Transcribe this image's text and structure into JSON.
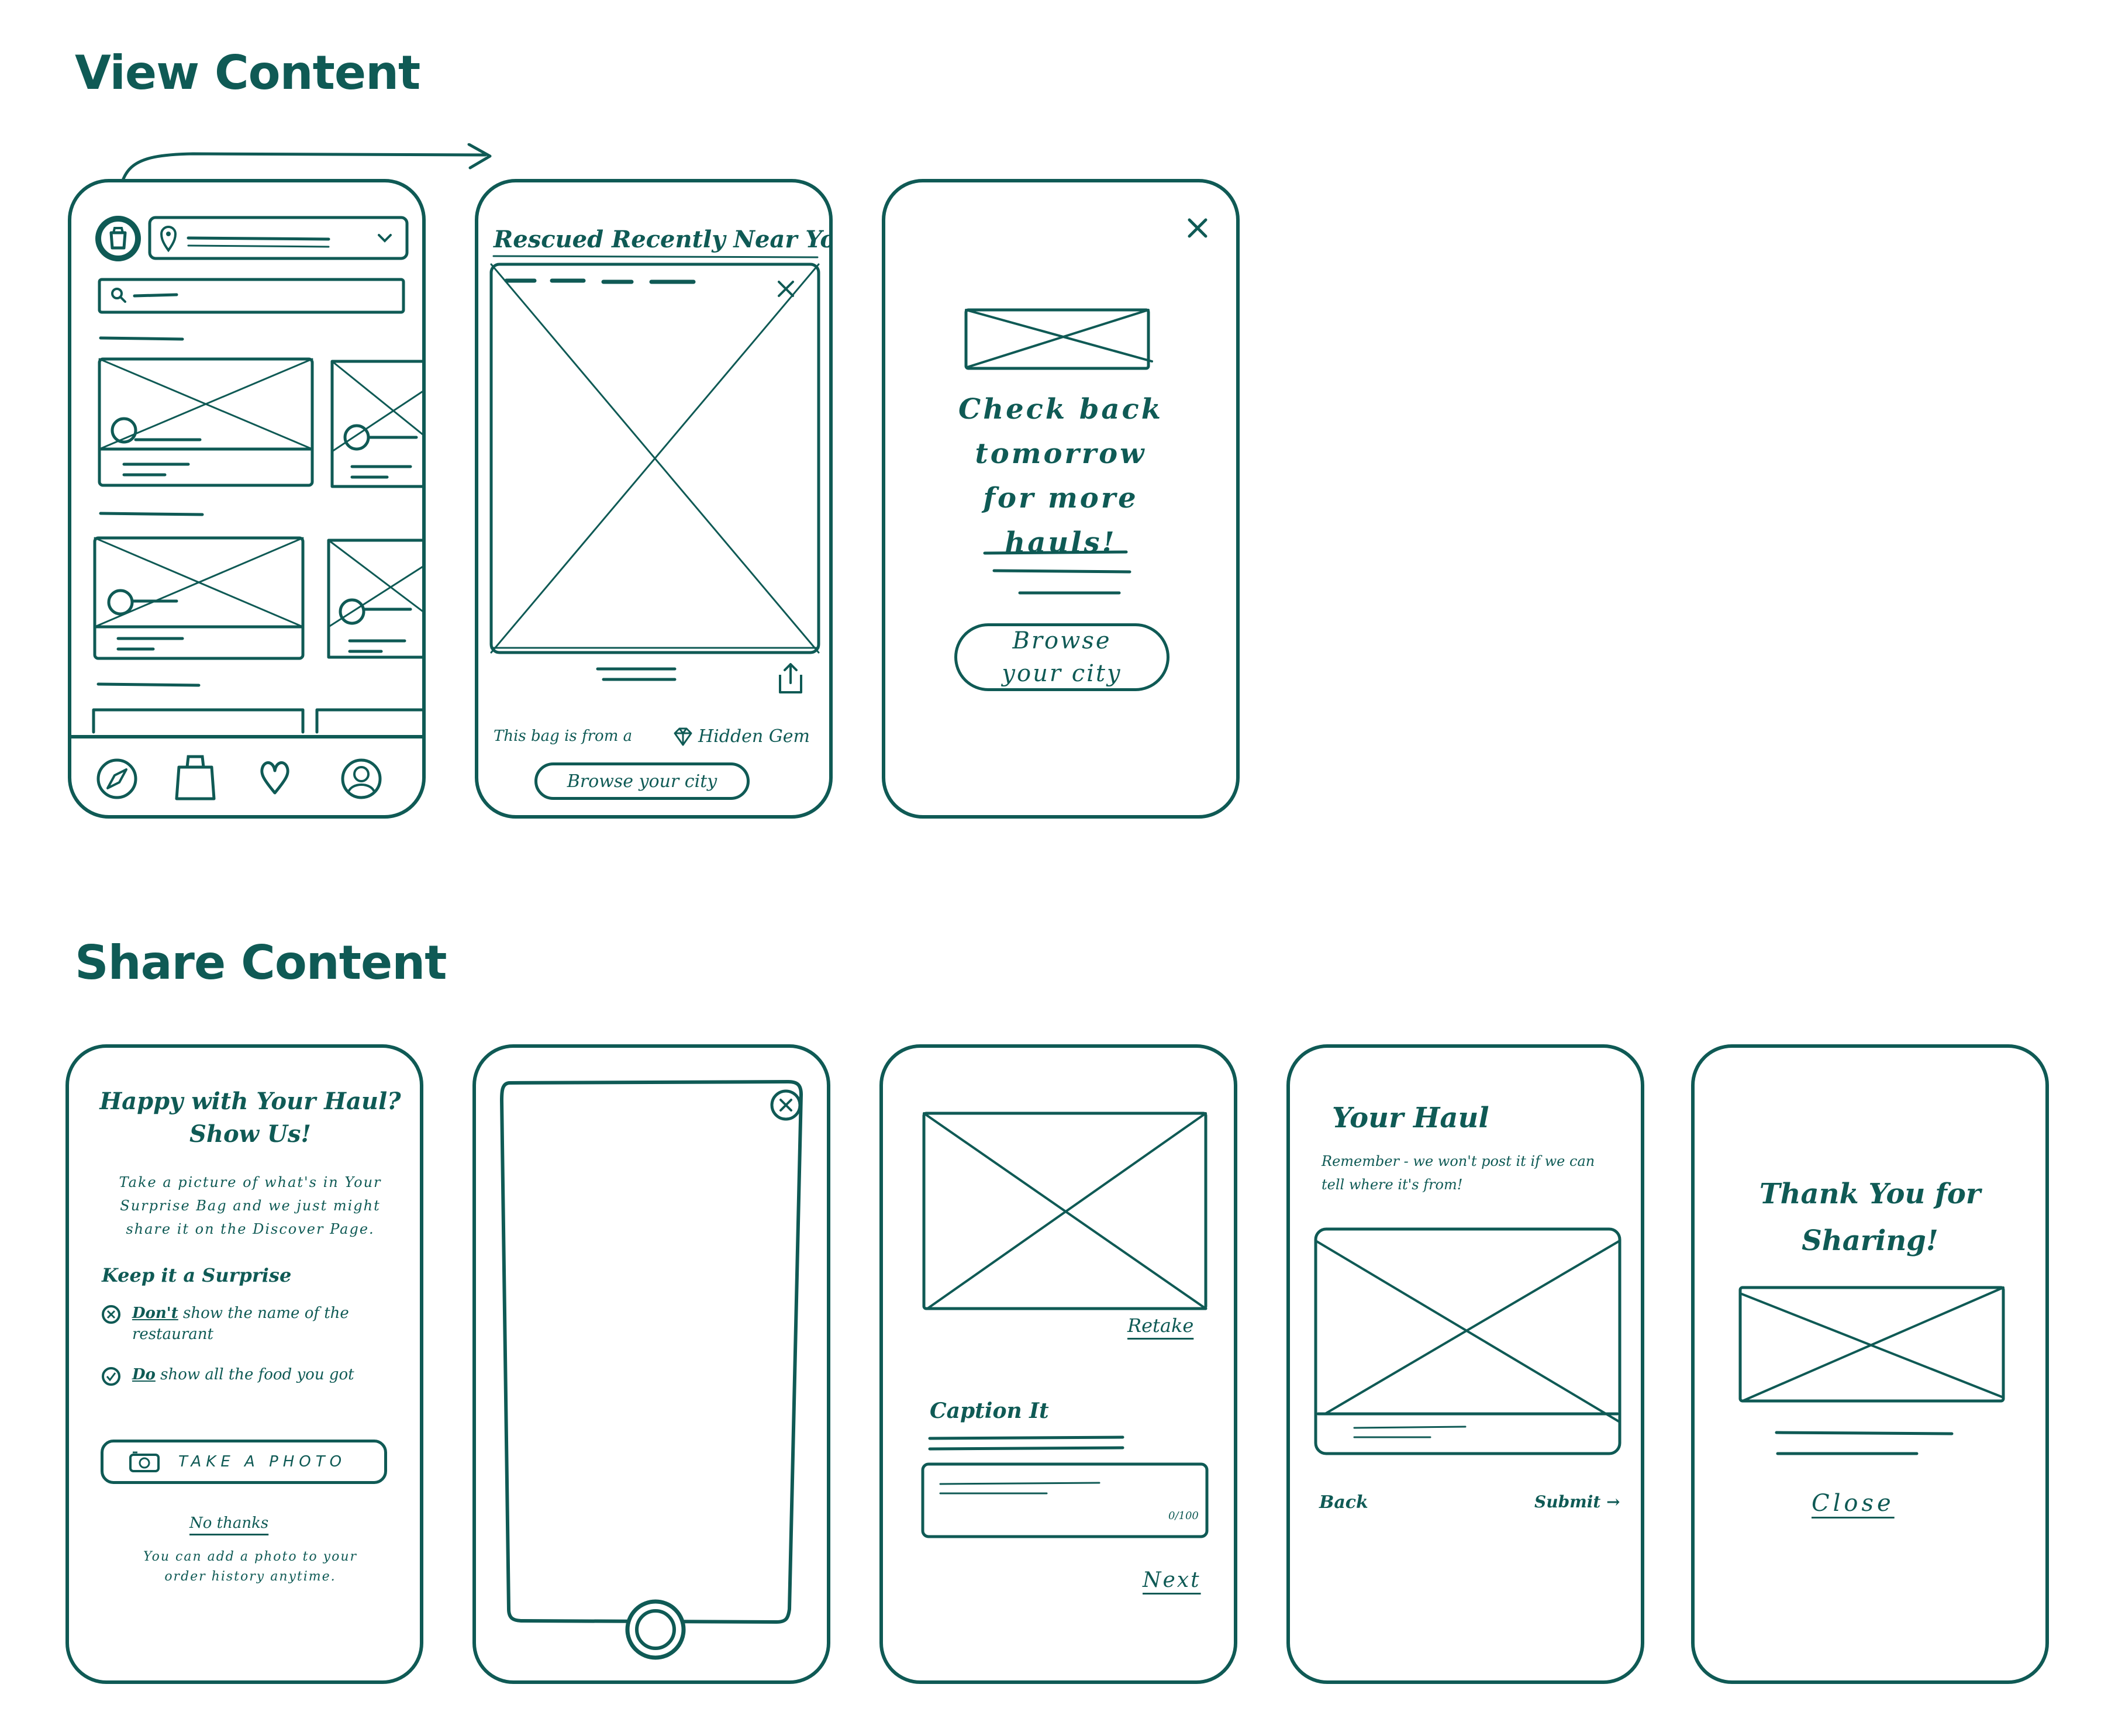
{
  "sections": {
    "view_title": "View Content",
    "share_title": "Share Content"
  },
  "view": {
    "discover": {
      "nav_icons": [
        "compass-icon",
        "bag-icon",
        "heart-icon",
        "profile-icon"
      ]
    },
    "rescued": {
      "title": "Rescued Recently Near You",
      "from_text": "This bag is from a",
      "gem_label": "Hidden Gem",
      "browse_label": "Browse your city"
    },
    "empty": {
      "message": "Check back tomorrow for more hauls!",
      "browse_label": "Browse your city"
    }
  },
  "share": {
    "intro": {
      "title": "Happy with Your Haul? Show Us!",
      "body": "Take a picture of what's in Your Surprise Bag and we just might share it on the Discover Page.",
      "keep_heading": "Keep it a Surprise",
      "dont_emph": "Don't",
      "dont_rest": " show the name of the restaurant",
      "do_emph": "Do",
      "do_rest": " show all the food you got",
      "take_photo": "TAKE A PHOTO",
      "no_thanks": "No thanks",
      "footnote": "You can add a photo to your order history anytime."
    },
    "caption": {
      "retake": "Retake",
      "caption_label": "Caption It",
      "counter": "0/100",
      "next": "Next"
    },
    "review": {
      "title": "Your Haul",
      "note": "Remember - we won't post it if we can tell where it's from!",
      "back": "Back",
      "submit": "Submit →"
    },
    "thanks": {
      "title": "Thank You for Sharing!",
      "close": "Close"
    }
  },
  "colors": {
    "ink": "#0f5a55",
    "background": "#ffffff"
  }
}
